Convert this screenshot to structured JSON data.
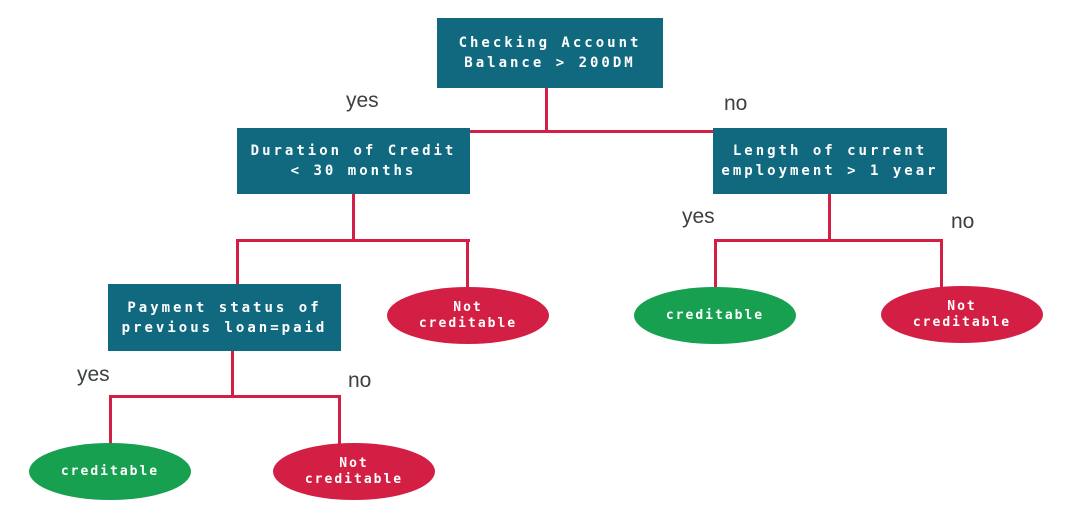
{
  "colors": {
    "node_fill": "#10697f",
    "edge": "#d41f44",
    "leaf_positive": "#16a04f",
    "leaf_negative": "#d41f44",
    "node_text": "#ffffff",
    "branch_label": "#3d4043",
    "background": "#ffffff"
  },
  "nodes": {
    "root": {
      "line1": "Checking Account",
      "line2": "Balance > 200DM"
    },
    "duration": {
      "line1": "Duration of Credit",
      "line2": "< 30 months"
    },
    "employment": {
      "line1": "Length of current",
      "line2": "employment > 1 year"
    },
    "payment": {
      "line1": "Payment status of",
      "line2": "previous loan=paid"
    }
  },
  "leaves": {
    "duration_no": {
      "line1": "Not",
      "line2": "creditable"
    },
    "employment_yes": {
      "line1": "creditable"
    },
    "employment_no": {
      "line1": "Not",
      "line2": "creditable"
    },
    "payment_yes": {
      "line1": "creditable"
    },
    "payment_no": {
      "line1": "Not",
      "line2": "creditable"
    }
  },
  "branch_labels": {
    "root_yes": "yes",
    "root_no": "no",
    "employment_yes": "yes",
    "employment_no": "no",
    "payment_yes": "yes",
    "payment_no": "no"
  }
}
